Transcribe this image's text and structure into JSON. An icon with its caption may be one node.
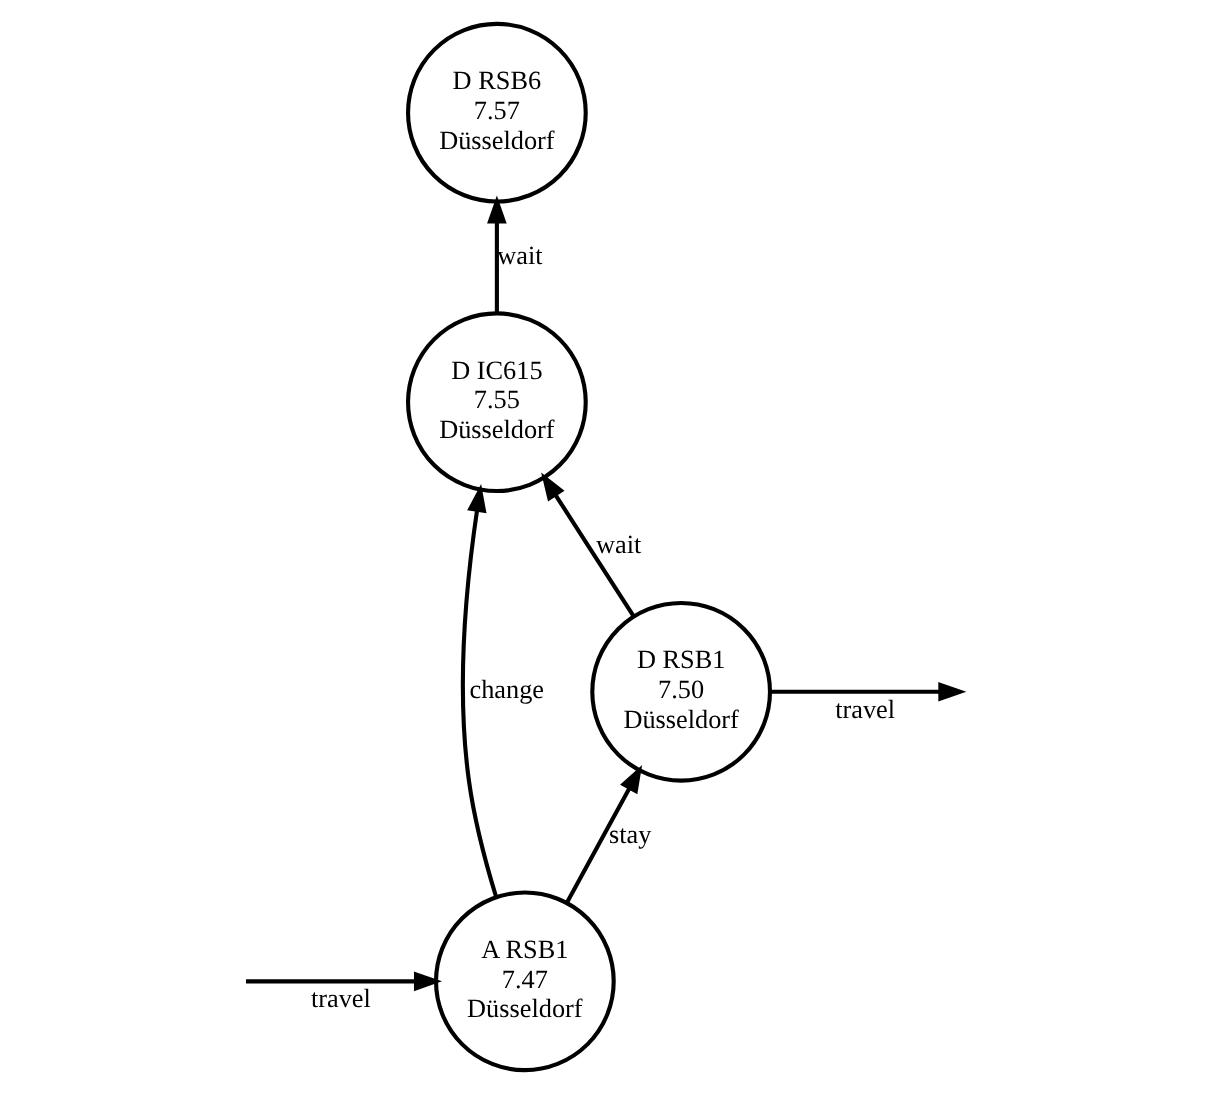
{
  "diagram": {
    "nodes": [
      {
        "text": [
          "D RSB6",
          "7.57",
          "Düsseldorf"
        ]
      },
      {
        "text": [
          "D IC615",
          "7.55",
          "Düsseldorf"
        ]
      },
      {
        "text": [
          "A RSB1",
          "7.47",
          "Düsseldorf"
        ]
      },
      {
        "text": [
          "D RSB1",
          "7.50",
          "Düsseldorf"
        ]
      }
    ],
    "edges": [
      {
        "from": null,
        "to": 2,
        "arrow": "to",
        "label": "travel"
      },
      {
        "from": 2,
        "to": 3,
        "arrow": "to",
        "label": "stay"
      },
      {
        "from": 2,
        "to": 1,
        "arrow": "to",
        "label": "change"
      },
      {
        "from": 3,
        "to": 1,
        "arrow": "to",
        "label": "wait"
      },
      {
        "from": 1,
        "to": 0,
        "arrow": "to",
        "label": "wait"
      },
      {
        "from": 3,
        "to": null,
        "arrow": "to",
        "label": "travel"
      }
    ]
  }
}
